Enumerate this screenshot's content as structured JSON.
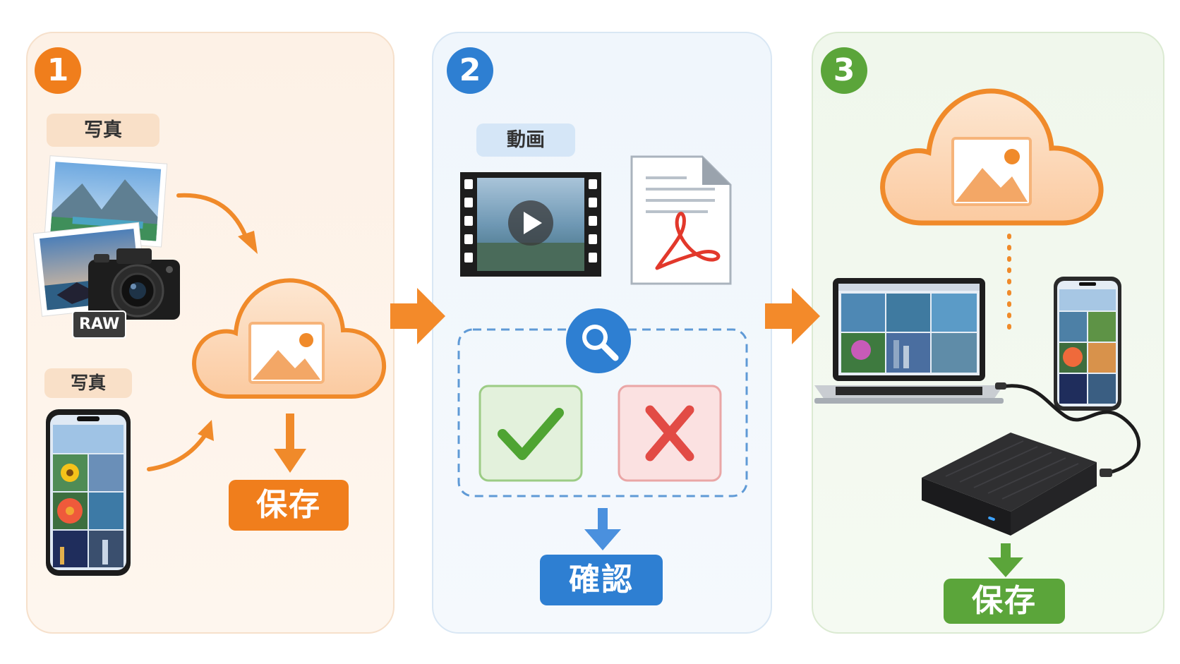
{
  "steps": [
    {
      "number": "1",
      "color": "#f07e1c",
      "tags": [
        "写真",
        "写真"
      ],
      "badge": "RAW",
      "button": "保存"
    },
    {
      "number": "2",
      "color": "#2e7fd2",
      "tags": [
        "動画"
      ],
      "button": "確認"
    },
    {
      "number": "3",
      "color": "#5ba53a",
      "button": "保存"
    }
  ],
  "icons": {
    "step1": [
      "photo-stack-icon",
      "camera-icon",
      "smartphone-gallery-icon",
      "cloud-image-icon",
      "down-arrow-icon"
    ],
    "step2": [
      "video-film-icon",
      "play-icon",
      "pdf-document-icon",
      "search-icon",
      "check-icon",
      "cross-icon"
    ],
    "step3": [
      "cloud-image-icon",
      "laptop-icon",
      "smartphone-gallery-icon",
      "external-hdd-icon",
      "cable-icon"
    ]
  }
}
